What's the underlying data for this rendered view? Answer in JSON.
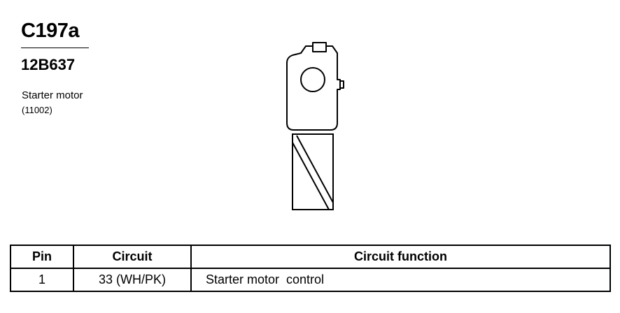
{
  "header": {
    "connector_id": "C197a",
    "part_number": "12B637",
    "component_name": "Starter motor",
    "component_code": "(11002)"
  },
  "table": {
    "columns": [
      "Pin",
      "Circuit",
      "Circuit function"
    ],
    "rows": [
      {
        "pin": "1",
        "circuit": "33 (WH/PK)",
        "function": "Starter motor  control"
      }
    ]
  }
}
